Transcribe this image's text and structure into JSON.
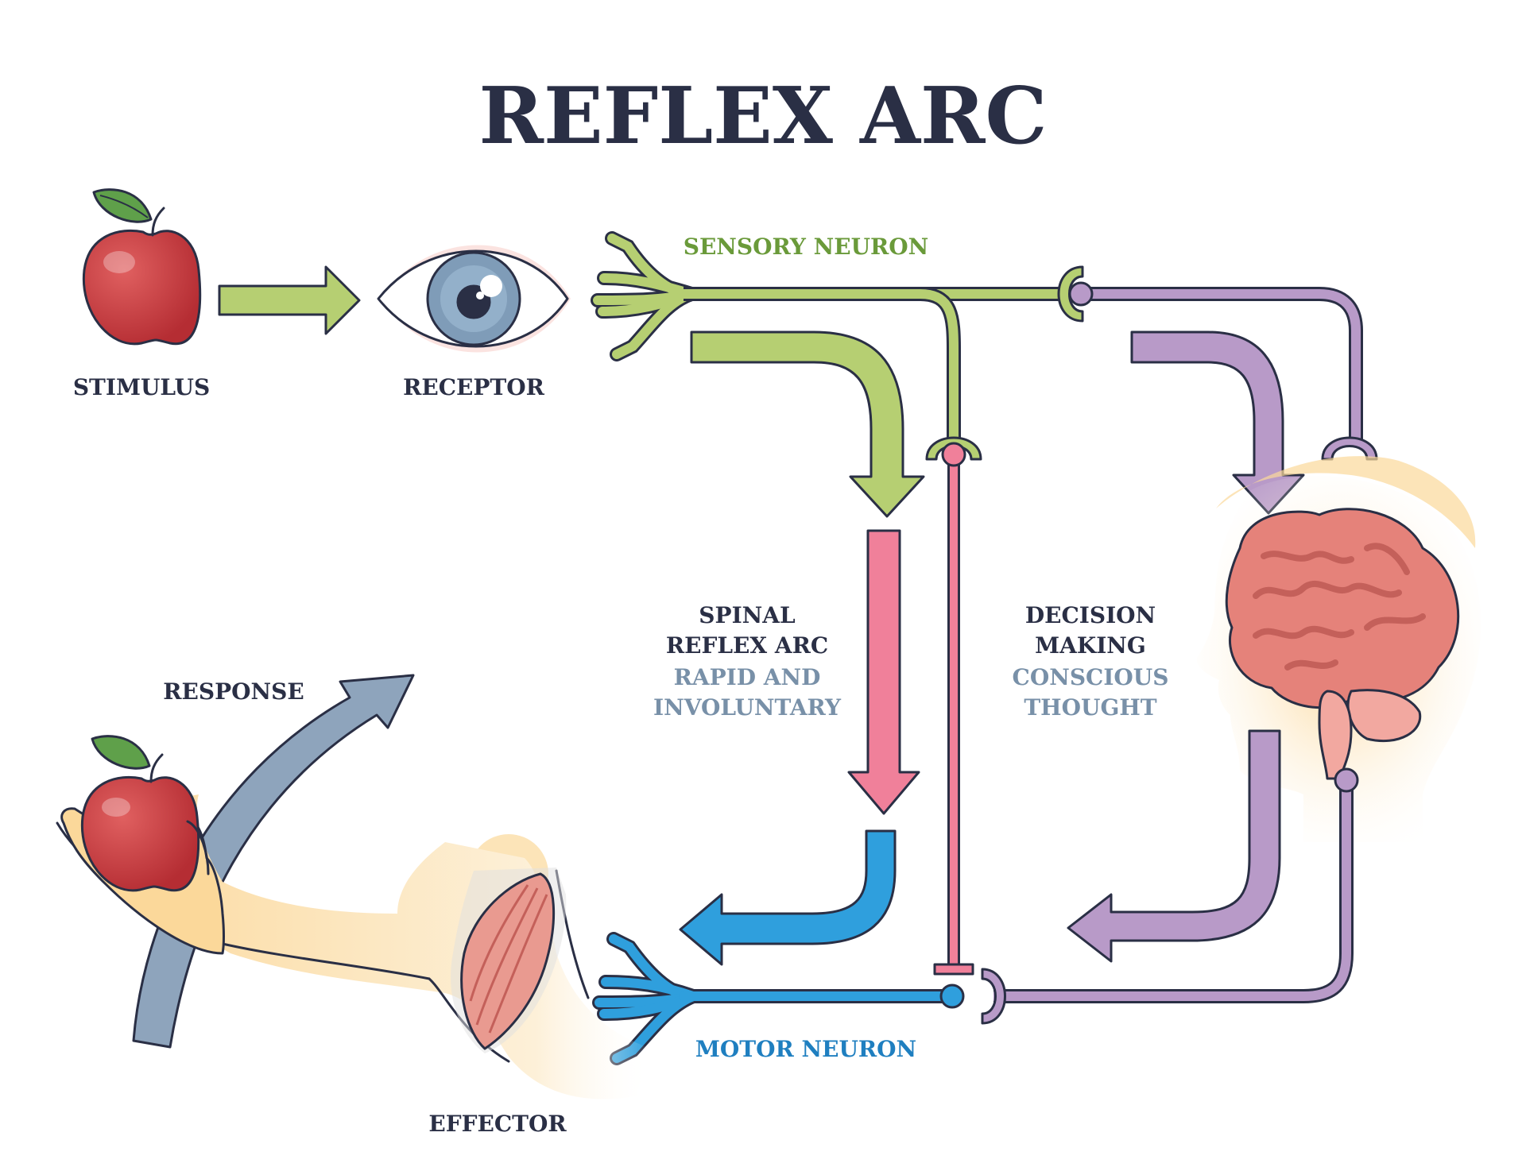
{
  "title": "REFLEX ARC",
  "labels": {
    "stimulus": "STIMULUS",
    "receptor": "RECEPTOR",
    "sensory_neuron": "SENSORY NEURON",
    "spinal_line1": "SPINAL",
    "spinal_line2": "REFLEX ARC",
    "spinal_sub_line1": "RAPID AND",
    "spinal_sub_line2": "INVOLUNTARY",
    "decision_line1": "DECISION",
    "decision_line2": "MAKING",
    "decision_sub_line1": "CONSCIOUS",
    "decision_sub_line2": "THOUGHT",
    "response": "RESPONSE",
    "effector": "EFFECTOR",
    "motor_neuron": "MOTOR NEURON"
  },
  "colors": {
    "title": "#2a2f45",
    "label_dark": "#2a2f45",
    "sensory_green": "#6a9a3a",
    "motor_blue": "#1f7fc0",
    "subtitle_gray": "#7890a8",
    "green_fill": "#b6cf72",
    "pink_fill": "#f0809a",
    "blue_fill": "#2f9fdd",
    "purple_fill": "#b89ac8",
    "response_arrow": "#8ea4bc",
    "apple_red": "#c8383c",
    "leaf_green": "#5fa04a",
    "eye_iris": "#7f9cb8",
    "brain_pink": "#e5827a",
    "skin": "#fbdca6"
  },
  "icons": [
    "apple-icon",
    "eye-icon",
    "brain-icon",
    "head-silhouette",
    "hand-icon",
    "arm-muscle-icon"
  ]
}
